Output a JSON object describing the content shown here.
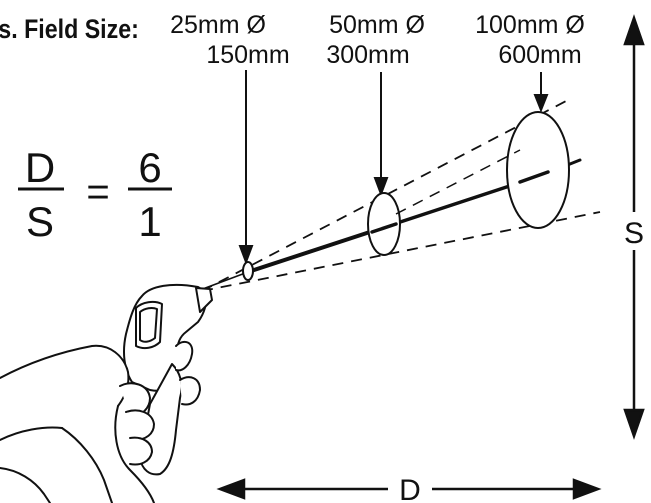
{
  "title": "s. Field Size:",
  "spots": [
    {
      "diameter": "25mm Ø",
      "distance": "150mm"
    },
    {
      "diameter": "50mm Ø",
      "distance": "300mm"
    },
    {
      "diameter": "100mm Ø",
      "distance": "600mm"
    }
  ],
  "ratio": {
    "lhs_top": "D",
    "lhs_bottom": "S",
    "equals": "=",
    "rhs_top": "6",
    "rhs_bottom": "1"
  },
  "labels": {
    "s": "S",
    "d": "D"
  },
  "colors": {
    "ink": "#111111",
    "background": "#ffffff"
  }
}
